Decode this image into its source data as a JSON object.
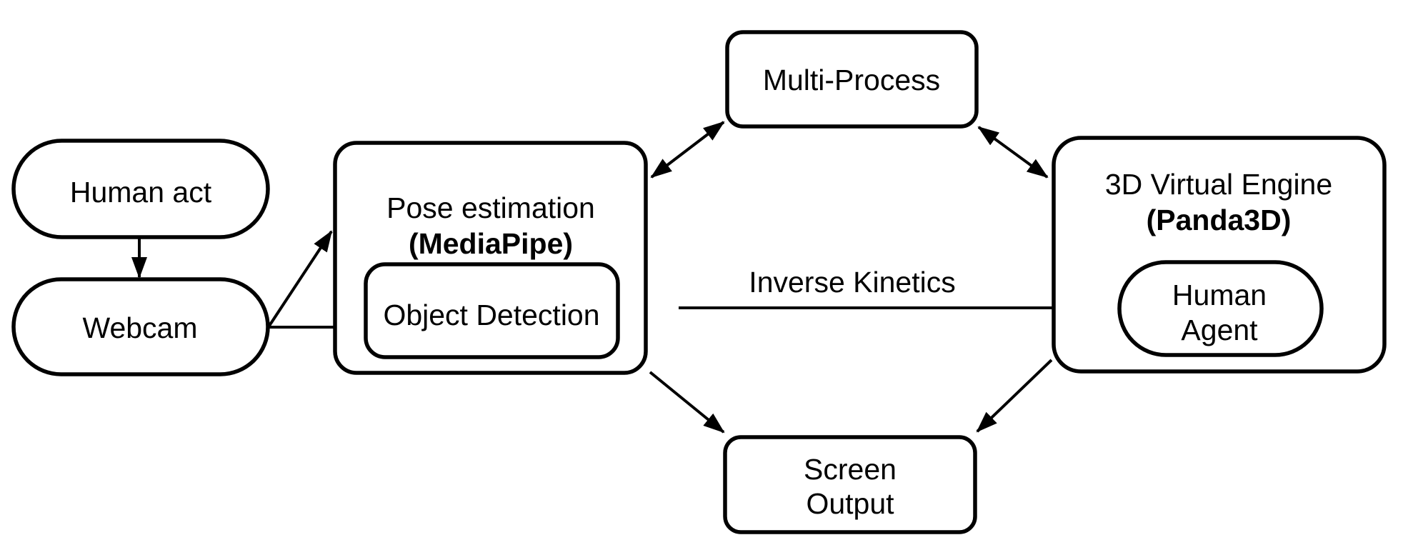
{
  "nodes": {
    "human_act": {
      "label": "Human act"
    },
    "webcam": {
      "label": "Webcam"
    },
    "pose_estimation": {
      "title": "Pose estimation",
      "subtitle": "(MediaPipe)"
    },
    "object_detection": {
      "label": "Object Detection"
    },
    "multi_process": {
      "label": "Multi-Process"
    },
    "screen_output": {
      "line1": "Screen",
      "line2": "Output"
    },
    "virtual_engine": {
      "title": "3D Virtual Engine",
      "subtitle": "(Panda3D)"
    },
    "human_agent": {
      "line1": "Human",
      "line2": "Agent"
    }
  },
  "edges": [
    {
      "from": "Human act",
      "to": "Webcam",
      "type": "arrow"
    },
    {
      "from": "Webcam",
      "to": "Pose estimation (MediaPipe)",
      "type": "arrow"
    },
    {
      "from": "Webcam",
      "to": "Object Detection",
      "type": "arrow"
    },
    {
      "from": "Pose estimation (MediaPipe)",
      "to": "Multi-Process",
      "type": "double-arrow"
    },
    {
      "from": "Multi-Process",
      "to": "3D Virtual Engine (Panda3D)",
      "type": "double-arrow"
    },
    {
      "from": "Pose estimation (MediaPipe)",
      "to": "Screen Output",
      "type": "arrow"
    },
    {
      "from": "3D Virtual Engine (Panda3D)",
      "to": "Screen Output",
      "type": "arrow"
    },
    {
      "from": "Pose estimation (MediaPipe)",
      "to": "Human Agent",
      "type": "arrow",
      "label": "Inverse Kinetics"
    }
  ],
  "colors": {
    "ink": "#000000",
    "background": "#ffffff"
  }
}
